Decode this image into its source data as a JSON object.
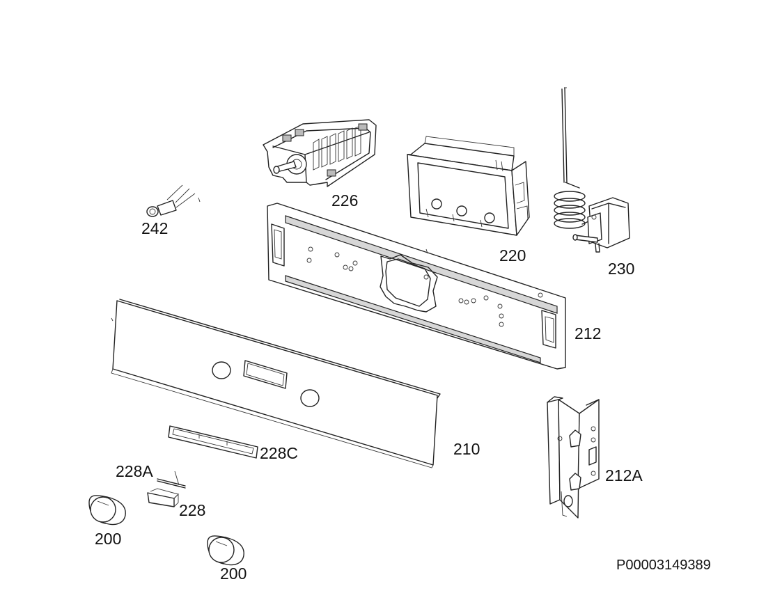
{
  "labels": {
    "p242": "242",
    "p226": "226",
    "p220": "220",
    "p230": "230",
    "p212": "212",
    "p210": "210",
    "p228c": "228C",
    "p228a": "228A",
    "p228": "228",
    "p200a": "200",
    "p200b": "200",
    "p212a": "212A"
  },
  "drawing_code": "P00003149389"
}
